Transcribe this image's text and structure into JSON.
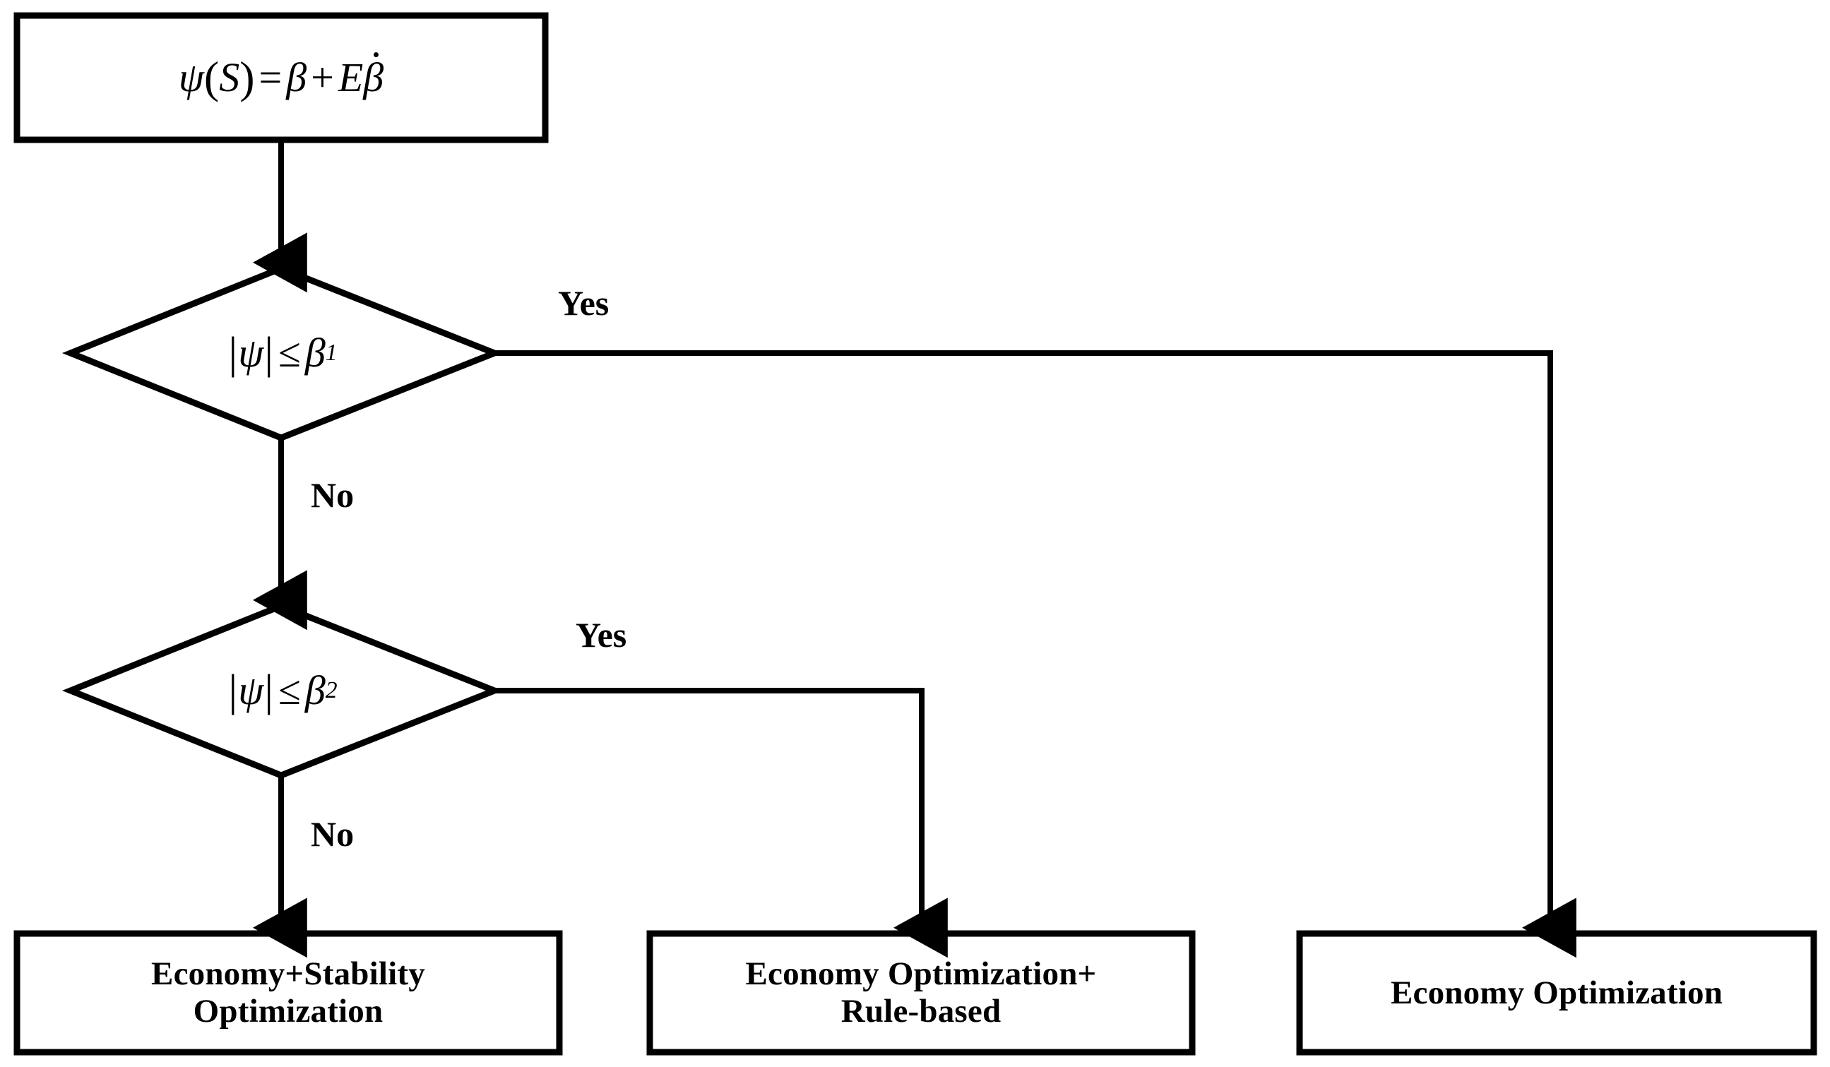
{
  "diagram": {
    "title": "Rule-based mode selection flowchart",
    "background_color": "#ffffff",
    "line_color": "#000000",
    "nodes": {
      "input_formula": {
        "shape": "rectangle",
        "psi": "ψ",
        "lparen": "(",
        "s": "S",
        "rparen": ")",
        "equals": "=",
        "beta": "β",
        "plus": "+",
        "e": "E",
        "beta_dot": "β",
        "full_text": "ψ(S) = β + Eβ̇"
      },
      "decision_1": {
        "shape": "diamond",
        "bar_left": "|",
        "psi": "ψ",
        "bar_right": "|",
        "leq": "≤",
        "beta": "β",
        "subscript": "1",
        "full_text": "|ψ| ≤ β1"
      },
      "decision_2": {
        "shape": "diamond",
        "bar_left": "|",
        "psi": "ψ",
        "bar_right": "|",
        "leq": "≤",
        "beta": "β",
        "subscript": "2",
        "full_text": "|ψ| ≤ β2"
      },
      "outcome_left": {
        "shape": "rectangle",
        "line1": "Economy+Stability",
        "line2": "Optimization"
      },
      "outcome_middle": {
        "shape": "rectangle",
        "line1": "Economy Optimization+",
        "line2": "Rule-based"
      },
      "outcome_right": {
        "shape": "rectangle",
        "line1": "Economy Optimization"
      }
    },
    "edge_labels": {
      "yes_1": "Yes",
      "no_1": "No",
      "yes_2": "Yes",
      "no_2": "No"
    }
  }
}
